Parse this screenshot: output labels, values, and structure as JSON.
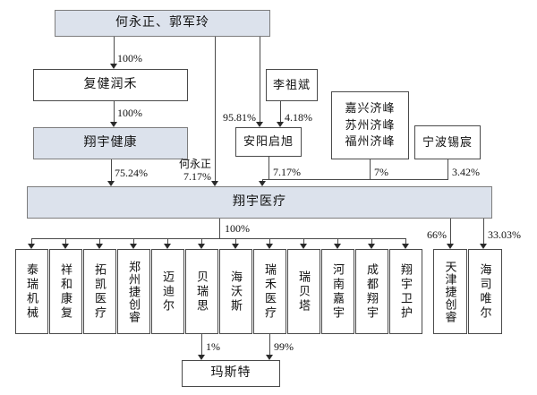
{
  "nodes": {
    "parents": "何永正、郭军玲",
    "fujian_runhe": "复健润禾",
    "xiangyu_health": "翔宇健康",
    "li_zubin": "李祖斌",
    "anyang_qixu": "安阳启旭",
    "jifeng_group": "嘉兴济峰\n苏州济峰\n福州济峰",
    "ningbo_xichen": "宁波锡宸",
    "xiangyu_medical": "翔宇医疗",
    "tianjin_jiechuangrui": "天津捷创睿",
    "haisiweier": "海司唯尔",
    "masite": "玛斯特",
    "subs": [
      "泰瑞机械",
      "祥和康复",
      "拓凯医疗",
      "郑州捷创睿",
      "迈迪尔",
      "贝瑞思",
      "海沃斯",
      "瑞禾医疗",
      "瑞贝塔",
      "河南嘉宇",
      "成都翔宇",
      "翔宇卫护"
    ]
  },
  "edge_labels": {
    "parents_fujian": "100%",
    "fujian_health": "100%",
    "health_medical": "75.24%",
    "heyongzheng_direct": "何永正\n7.17%",
    "parents_anyang": "95.81%",
    "li_anyang": "4.18%",
    "anyang_medical": "7.17%",
    "jifeng_medical": "7%",
    "ningbo_medical": "3.42%",
    "medical_subs": "100%",
    "medical_tianjin": "66%",
    "medical_haisi": "33.03%",
    "beiruisi_masite": "1%",
    "ruihe_masite": "99%"
  },
  "colors": {
    "gray_fill": "#dce2ec",
    "white_fill": "#ffffff",
    "line": "#4a4a4a"
  }
}
